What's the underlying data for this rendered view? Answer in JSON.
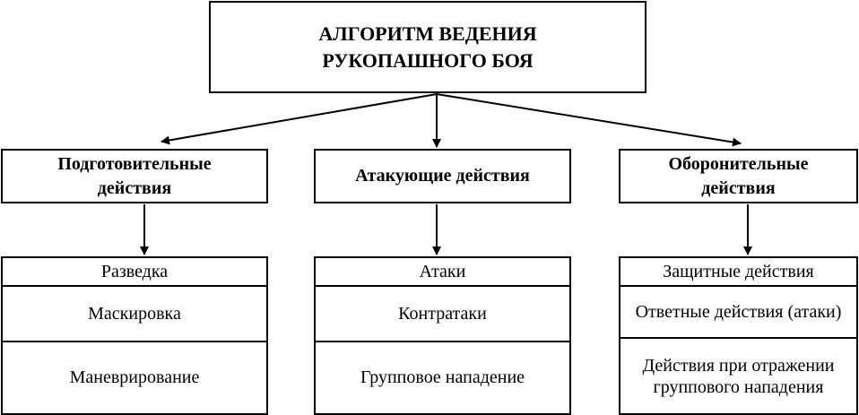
{
  "root": {
    "line1": "АЛГОРИТМ ВЕДЕНИЯ",
    "line2": "РУКОПАШНОГО БОЯ"
  },
  "categories": [
    {
      "line1": "Подготовительные",
      "line2": "действия",
      "items": [
        "Разведка",
        "Маскировка",
        "Маневрирование"
      ]
    },
    {
      "line1": "Атакующие действия",
      "line2": "",
      "items": [
        "Атаки",
        "Контратаки",
        "Групповое нападение"
      ]
    },
    {
      "line1": "Оборонительные",
      "line2": "действия",
      "items": [
        "Защитные действия",
        "Ответные действия (атаки)",
        "Действия при отражении группового нападения"
      ]
    }
  ]
}
